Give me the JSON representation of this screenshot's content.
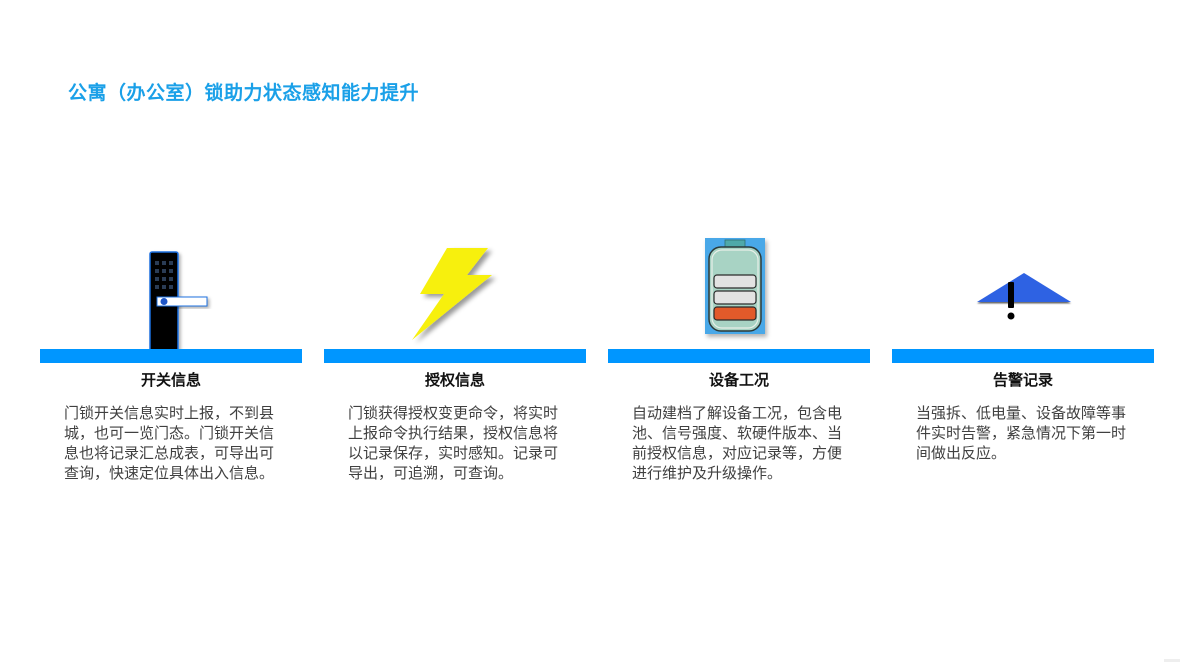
{
  "page": {
    "title": "公寓（办公室）锁助力状态感知能力提升"
  },
  "colors": {
    "title": "#1aa0e8",
    "bar": "#0096ff",
    "heading": "#111111",
    "body_text": "#404040"
  },
  "columns": [
    {
      "icon": "door-lock-icon",
      "heading": "开关信息",
      "description": "门锁开关信息实时上报，不到县城，也可一览门态。门锁开关信息也将记录汇总成表，可导出可查询，快速定位具体出入信息。"
    },
    {
      "icon": "lightning-bolt-icon",
      "heading": "授权信息",
      "description": "门锁获得授权变更命令，将实时上报命令执行结果，授权信息将以记录保存，实时感知。记录可导出，可追溯，可查询。"
    },
    {
      "icon": "battery-icon",
      "heading": "设备工况",
      "description": "自动建档了解设备工况，包含电池、信号强度、软硬件版本、当前授权信息，对应记录等，方便进行维护及升级操作。"
    },
    {
      "icon": "warning-icon",
      "heading": "告警记录",
      "description": "当强拆、低电量、设备故障等事件实时告警，紧急情况下第一时间做出反应。"
    }
  ]
}
